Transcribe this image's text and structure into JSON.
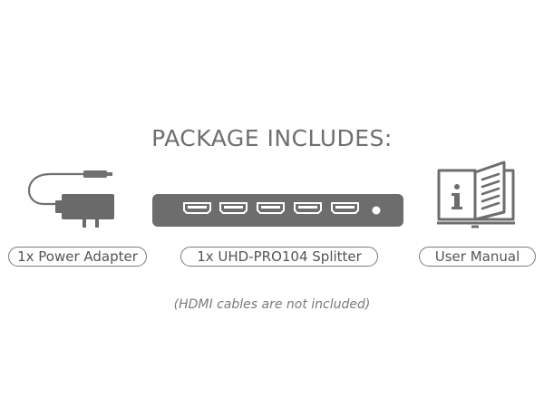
{
  "heading": "PACKAGE INCLUDES:",
  "items": [
    {
      "label": "1x Power Adapter",
      "icon": "power-adapter-icon"
    },
    {
      "label": "1x UHD-PRO104 Splitter",
      "icon": "hdmi-splitter-icon"
    },
    {
      "label": "User Manual",
      "icon": "user-manual-icon"
    }
  ],
  "note": "(HDMI cables are not included)",
  "colors": {
    "gray": "#6d6d6d",
    "text": "#555555"
  }
}
